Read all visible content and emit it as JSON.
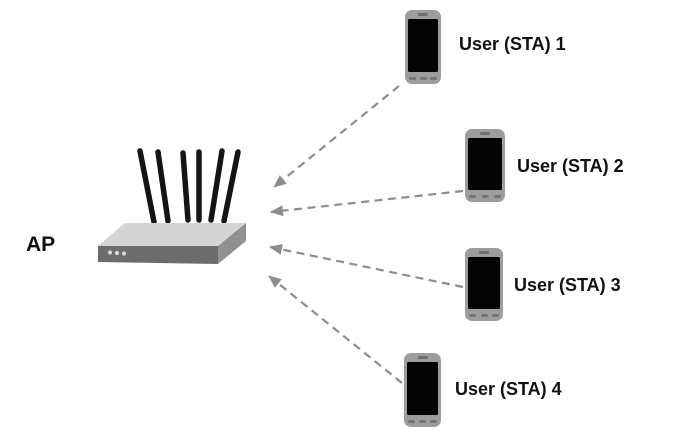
{
  "diagram": {
    "ap": {
      "label": "AP",
      "type": "access-point-router",
      "antenna_count": 6
    },
    "stations": [
      {
        "label": "User (STA) 1"
      },
      {
        "label": "User (STA) 2"
      },
      {
        "label": "User (STA) 3"
      },
      {
        "label": "User (STA) 4"
      }
    ],
    "connections": [
      {
        "from": "User (STA) 1",
        "to": "AP",
        "style": "dashed-arrow"
      },
      {
        "from": "User (STA) 2",
        "to": "AP",
        "style": "dashed-arrow"
      },
      {
        "from": "User (STA) 3",
        "to": "AP",
        "style": "dashed-arrow"
      },
      {
        "from": "User (STA) 4",
        "to": "AP",
        "style": "dashed-arrow"
      }
    ],
    "colors": {
      "background": "#ffffff",
      "arrow": "#8d8d8d",
      "antenna": "#141414",
      "router_top": "#d4d4d4",
      "router_front": "#6c6c6c",
      "router_side": "#919191",
      "router_led": "#d8d8d8",
      "phone_body": "#9d9d9d",
      "phone_screen": "#040404",
      "phone_detail": "#6f6f6f",
      "label_text": "#111111"
    }
  }
}
